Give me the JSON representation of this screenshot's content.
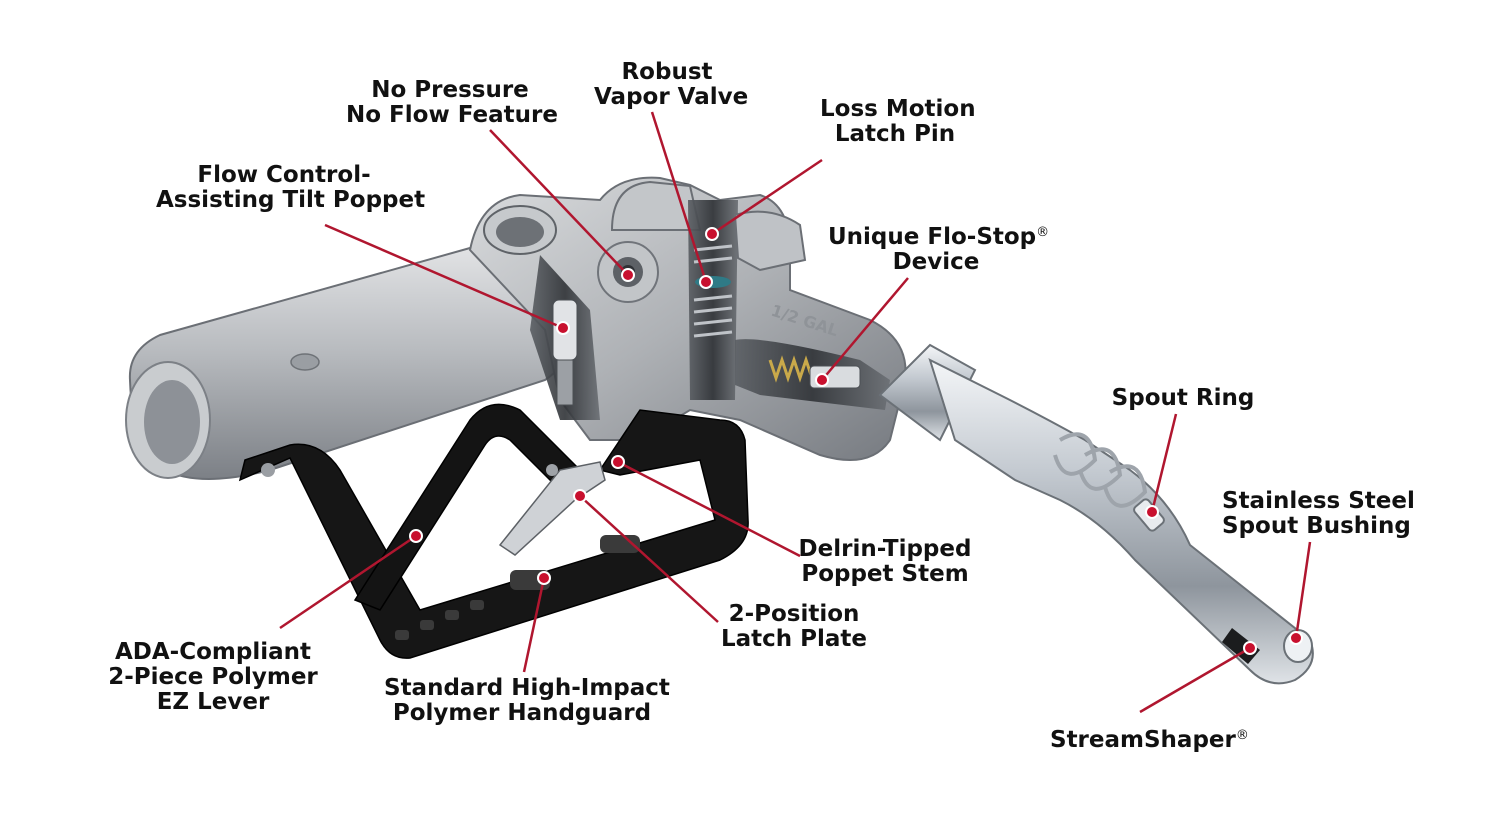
{
  "colors": {
    "callout_line": "#b0162f",
    "callout_dot": "#c8102e",
    "metal_light": "#d4d6d8",
    "metal_mid": "#a9acb0",
    "metal_dark": "#6e7277",
    "polymer": "#161616",
    "chrome": "#c9cfd6"
  },
  "callouts": [
    {
      "id": "no-pressure",
      "lines": [
        "No Pressure",
        "No Flow Feature"
      ],
      "mark": ""
    },
    {
      "id": "robust-vapor",
      "lines": [
        "Robust",
        "Vapor Valve"
      ],
      "mark": ""
    },
    {
      "id": "loss-motion",
      "lines": [
        "Loss Motion",
        "Latch Pin"
      ],
      "mark": ""
    },
    {
      "id": "flow-control",
      "lines": [
        "Flow Control-",
        "Assisting Tilt Poppet"
      ],
      "mark": ""
    },
    {
      "id": "flo-stop",
      "lines": [
        "Unique Flo-Stop",
        "Device"
      ],
      "mark": "®"
    },
    {
      "id": "spout-ring",
      "lines": [
        "Spout Ring"
      ],
      "mark": ""
    },
    {
      "id": "stainless",
      "lines": [
        "Stainless Steel",
        "Spout Bushing"
      ],
      "mark": ""
    },
    {
      "id": "delrin",
      "lines": [
        "Delrin-Tipped",
        "Poppet Stem"
      ],
      "mark": ""
    },
    {
      "id": "latch-plate",
      "lines": [
        "2-Position",
        "Latch Plate"
      ],
      "mark": ""
    },
    {
      "id": "ada",
      "lines": [
        "ADA-Compliant",
        "2-Piece Polymer",
        "EZ Lever"
      ],
      "mark": ""
    },
    {
      "id": "handguard",
      "lines": [
        "Standard High-Impact",
        "Polymer Handguard"
      ],
      "mark": ""
    },
    {
      "id": "streamshaper",
      "lines": [
        "StreamShaper"
      ],
      "mark": "®"
    }
  ],
  "body_marking": "1/2 GAL"
}
